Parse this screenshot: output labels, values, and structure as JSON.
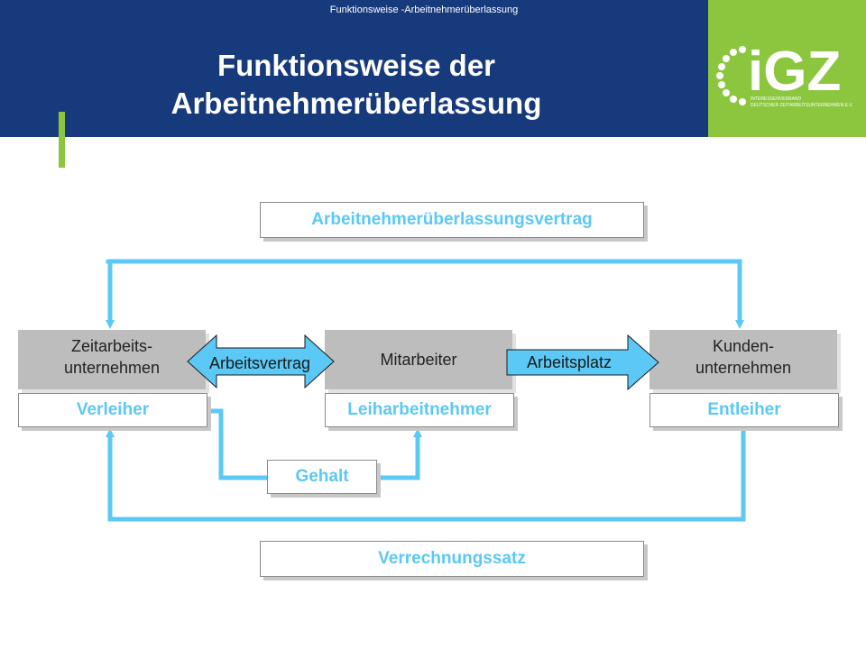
{
  "header": {
    "caption": "Funktionsweise -Arbeitnehmerüberlassung",
    "title_line1": "Funktionsweise der",
    "title_line2": "Arbeitnehmerüberlassung",
    "background_color": "#173a7d",
    "accent_color": "#8cc63f"
  },
  "logo": {
    "text": "iGZ",
    "subtitle_line1": "INTERESSENVERBAND",
    "subtitle_line2": "DEUTSCHER ZEITARBEITSUNTERNEHMEN E.V."
  },
  "diagram": {
    "top_contract": "Arbeitnehmerüberlassungsvertrag",
    "bottom_contract": "Verrechnungssatz",
    "salary": "Gehalt",
    "parties": [
      {
        "line1": "Zeitarbeits-",
        "line2": "unternehmen",
        "role": "Verleiher"
      },
      {
        "line1": "Mitarbeiter",
        "line2": "",
        "role": "Leiharbeitnehmer"
      },
      {
        "line1": "Kunden-",
        "line2": "unternehmen",
        "role": "Entleiher"
      }
    ],
    "arrow_left": "Arbeitsvertrag",
    "arrow_right": "Arbeitsplatz",
    "line_color": "#5bc8f5"
  }
}
